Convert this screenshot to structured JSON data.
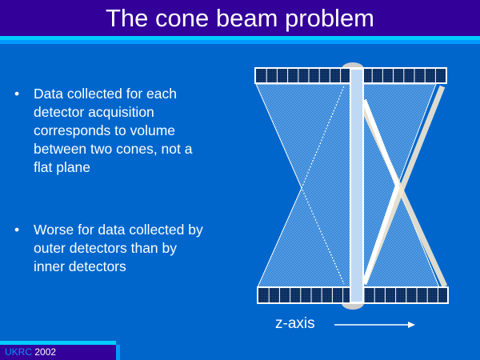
{
  "title": "The cone beam problem",
  "bullets": [
    {
      "lines": [
        "Data collected for each",
        "detector acquisition",
        "corresponds to volume",
        "between two cones, not a",
        "flat plane"
      ]
    },
    {
      "lines": [
        "Worse for data collected by",
        "outer detectors than by",
        "inner detectors"
      ]
    }
  ],
  "bullet_glyph": "•",
  "diagram": {
    "axis_label": "z-axis"
  },
  "footer": {
    "org": "UKRC",
    "year": "2002"
  },
  "colors": {
    "background": "#0066CC",
    "header": "#330099",
    "accent": "#00CCFF"
  }
}
